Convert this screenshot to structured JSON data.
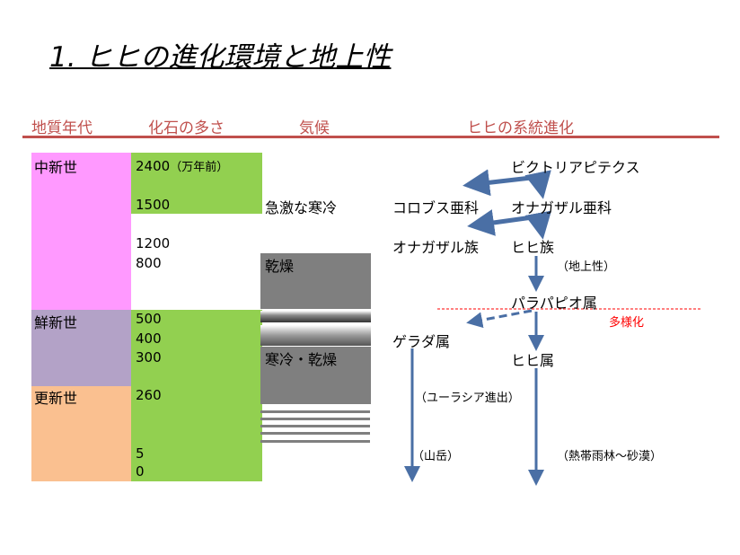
{
  "title": "1. ヒヒの進化環境と地上性",
  "headers": {
    "era": "地質年代",
    "fossils": "化石の多さ",
    "climate": "気候",
    "lineage": "ヒヒの系統進化"
  },
  "eras": [
    "中新世",
    "鮮新世",
    "更新世"
  ],
  "ages": {
    "a2400": "2400",
    "unit": "（万年前）",
    "a1500": "1500",
    "a1200": "1200",
    "a800": "800",
    "a500": "500",
    "a400": "400",
    "a300": "300",
    "a260": "260",
    "a5": "5",
    "a0": "0"
  },
  "climate": {
    "rapid_cooling": "急激な寒冷",
    "dry": "乾燥",
    "cold_dry": "寒冷・乾燥"
  },
  "lineage": {
    "victoriapithecus": "ビクトリアピテクス",
    "colobinae": "コロブス亜科",
    "cercopithecinae": "オナガザル亜科",
    "cercopithecini": "オナガザル族",
    "papionini": "ヒヒ族",
    "terrestrial": "（地上性）",
    "parapapio": "パラパピオ属",
    "diversification": "多様化",
    "theropithecus": "ゲラダ属",
    "papio": "ヒヒ属",
    "eurasia": "（ユーラシア進出）",
    "mountains": "（山岳）",
    "rainforest_desert": "（熱帯雨林～砂漠）"
  },
  "colors": {
    "miocene": "#ff99ff",
    "pliocene": "#b3a2c7",
    "pleistocene": "#fac090",
    "fossil": "#92d050",
    "climate": "#7f7f7f",
    "arrow": "#4a6fa5",
    "accent": "#c0504d",
    "diversify": "#ff0000"
  }
}
